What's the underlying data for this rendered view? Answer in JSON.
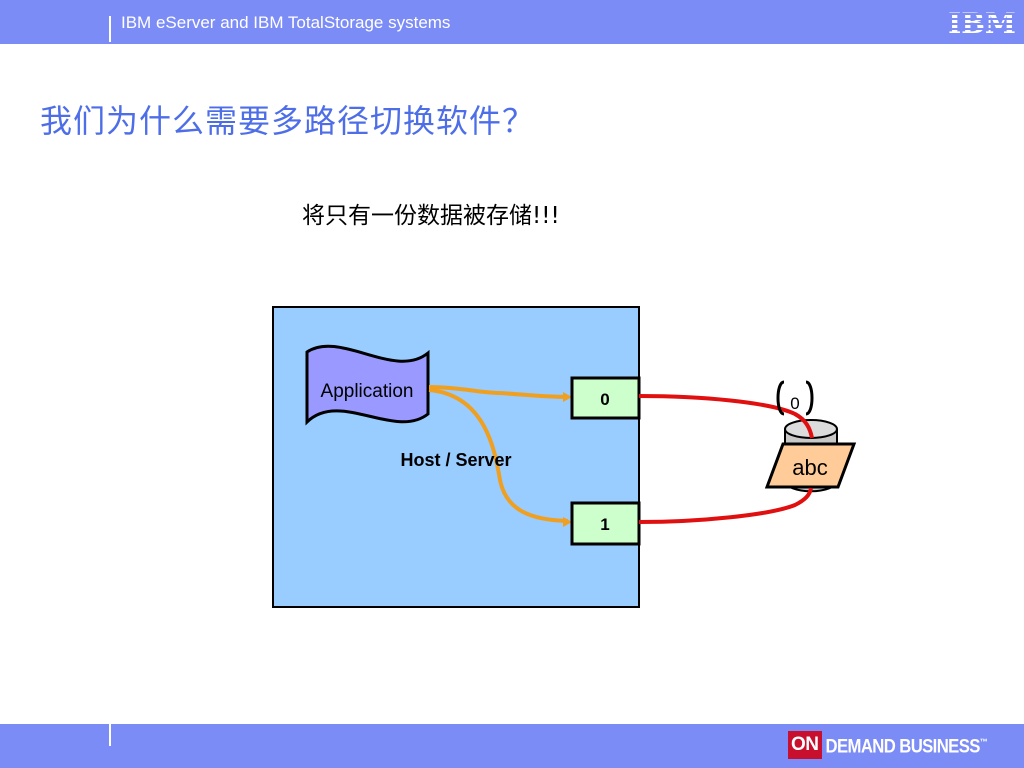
{
  "header": {
    "text": "IBM eServer and IBM TotalStorage systems",
    "logo_text": "IBM"
  },
  "slide": {
    "title": "我们为什么需要多路径切换软件？",
    "subtitle": "将只有一份数据被存储!!!"
  },
  "diagram": {
    "application_label": "Application",
    "host_label": "Host / Server",
    "port_0_label": "0",
    "port_1_label": "1",
    "lun_label": "0",
    "storage_label": "abc"
  },
  "footer": {
    "on_text": "ON",
    "brand_text": "DEMAND BUSINESS",
    "trademark": "™"
  },
  "colors": {
    "bar": "#7c8cf6",
    "title": "#4e6ee8",
    "host_box": "#99ccff",
    "application": "#9999ff",
    "port": "#ccffcc",
    "orange_path": "#f0a020",
    "red_path": "#e01010",
    "storage_label_bg": "#ffcc99",
    "disk": "#c8c8c8",
    "on_red": "#c8102e"
  }
}
